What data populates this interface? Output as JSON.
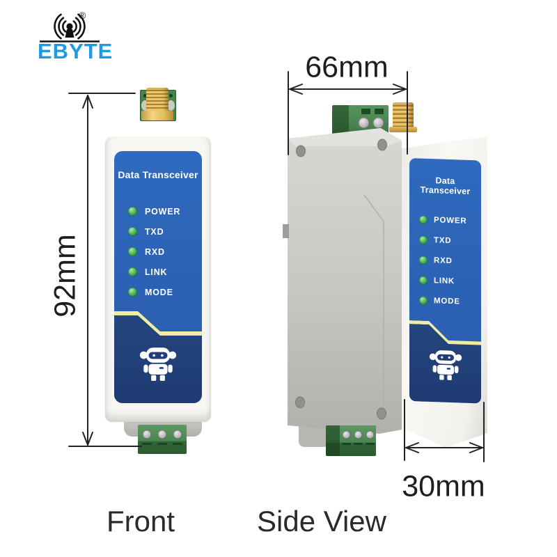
{
  "logo": {
    "brand": "EBYTE",
    "registered": "®",
    "icon": "antenna-waves-icon"
  },
  "product": {
    "panel_title": "Data Transceiver",
    "led_labels": [
      "POWER",
      "TXD",
      "RXD",
      "LINK",
      "MODE"
    ],
    "mascot": "robot-mascot-icon",
    "top_connector": "sma-antenna-connector",
    "bottom_connector": "3-pin-terminal-block"
  },
  "dimensions": {
    "height": "92mm",
    "width": "66mm",
    "depth": "30mm"
  },
  "views": {
    "front_label": "Front",
    "side_label": "Side View"
  },
  "colors": {
    "brand_blue": "#1b9ce2",
    "panel_blue": "#2b61b4",
    "panel_navy": "#213f78",
    "divider_yellow": "#f1eca3",
    "led_green": "#46b452",
    "terminal_green": "#4a8650",
    "antenna_gold": "#d9ae4e",
    "body_white": "#f8f6f2",
    "side_gray": "#c6c5c1",
    "dimension_ink": "#1e1e1e"
  }
}
